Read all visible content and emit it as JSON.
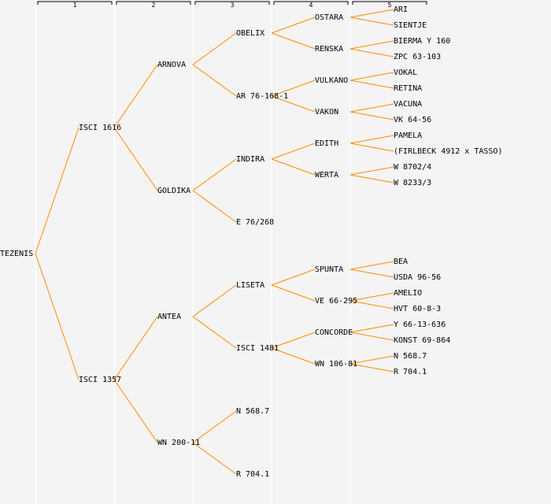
{
  "columns": [
    "1",
    "2",
    "3",
    "4",
    "5"
  ],
  "colors": {
    "line": "#ff8c00",
    "separator": "#ffffff",
    "background": "#f4f4f4"
  },
  "tree": {
    "name": "TEZENIS",
    "parents": [
      {
        "name": "ISCI 1616",
        "parents": [
          {
            "name": "ARNOVA",
            "parents": [
              {
                "name": "OBELIX",
                "parents": [
                  {
                    "name": "OSTARA",
                    "parents": [
                      {
                        "name": "ARI"
                      },
                      {
                        "name": "SIENTJE"
                      }
                    ]
                  },
                  {
                    "name": "RENSKA",
                    "parents": [
                      {
                        "name": "BIERMA Y 160"
                      },
                      {
                        "name": "ZPC 63-103"
                      }
                    ]
                  }
                ]
              },
              {
                "name": "AR 76-168-1",
                "parents": [
                  {
                    "name": "VULKANO",
                    "parents": [
                      {
                        "name": "VOKAL"
                      },
                      {
                        "name": "RETINA"
                      }
                    ]
                  },
                  {
                    "name": "VAKON",
                    "parents": [
                      {
                        "name": "VACUNA"
                      },
                      {
                        "name": "VK 64-56"
                      }
                    ]
                  }
                ]
              }
            ]
          },
          {
            "name": "GOLDIKA",
            "parents": [
              {
                "name": "INDIRA",
                "parents": [
                  {
                    "name": "EDITH",
                    "parents": [
                      {
                        "name": "PAMELA"
                      },
                      {
                        "name": "(FIRLBECK 4912 x TASSO)"
                      }
                    ]
                  },
                  {
                    "name": "WERTA",
                    "parents": [
                      {
                        "name": "W 8702/4"
                      },
                      {
                        "name": "W 8233/3"
                      }
                    ]
                  }
                ]
              },
              {
                "name": "E 76/268"
              }
            ]
          }
        ]
      },
      {
        "name": "ISCI 1357",
        "parents": [
          {
            "name": "ANTEA",
            "parents": [
              {
                "name": "LISETA",
                "parents": [
                  {
                    "name": "SPUNTA",
                    "parents": [
                      {
                        "name": "BEA"
                      },
                      {
                        "name": "USDA 96-56"
                      }
                    ]
                  },
                  {
                    "name": "VE 66-295",
                    "parents": [
                      {
                        "name": "AMELIO"
                      },
                      {
                        "name": "HVT 60-8-3"
                      }
                    ]
                  }
                ]
              },
              {
                "name": "ISCI 1481",
                "parents": [
                  {
                    "name": "CONCORDE",
                    "parents": [
                      {
                        "name": "Y 66-13-636"
                      },
                      {
                        "name": "KONST 69-864"
                      }
                    ]
                  },
                  {
                    "name": "WN 106-81",
                    "parents": [
                      {
                        "name": "N 568.7"
                      },
                      {
                        "name": "R 704.1"
                      }
                    ]
                  }
                ]
              }
            ]
          },
          {
            "name": "WN 200-11",
            "parents": [
              {
                "name": "N 568.7"
              },
              {
                "name": "R 704.1"
              }
            ]
          }
        ]
      }
    ]
  }
}
